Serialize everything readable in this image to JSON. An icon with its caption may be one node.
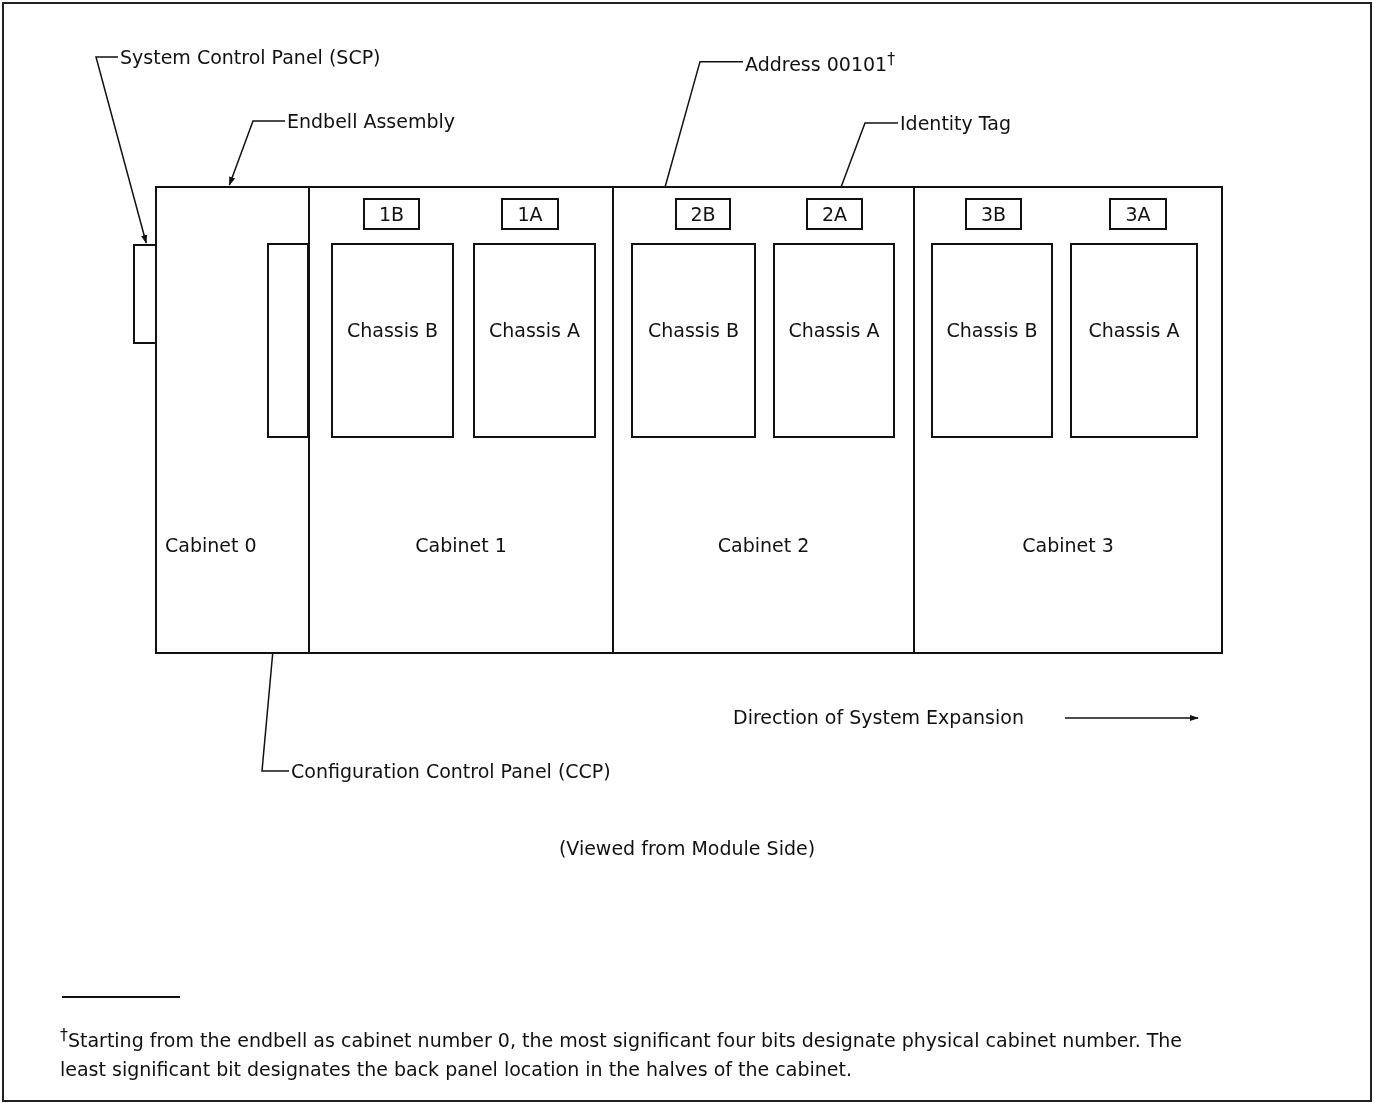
{
  "diagram": {
    "nodes": [
      {
        "text": [
          "System Control Panel (SCP)"
        ]
      },
      {
        "text": [
          "Address 00101$^{†}$"
        ]
      },
      {
        "text": [
          "Endbell Assembly"
        ]
      },
      {
        "text": [
          "Identity Tag"
        ]
      },
      {
        "text": [
          "Cabinet 0"
        ]
      },
      {
        "text": [],
        "shape": "box",
        "in": 4
      },
      {
        "text": [],
        "shape": "box"
      },
      {
        "text": [
          "Cabinet 1"
        ]
      },
      {
        "text": [
          "1B"
        ],
        "in": 7
      },
      {
        "text": [
          "1A"
        ],
        "in": 7
      },
      {
        "text": [
          "Chassis B"
        ],
        "in": 7
      },
      {
        "text": [
          "Chassis A"
        ],
        "in": 7
      },
      {
        "text": [
          "Cabinet 2"
        ]
      },
      {
        "text": [
          "2B"
        ],
        "in": 12
      },
      {
        "text": [
          "2A"
        ],
        "in": 12
      },
      {
        "text": [
          "Chassis B"
        ],
        "in": 12
      },
      {
        "text": [
          "Chassis A"
        ],
        "in": 12
      },
      {
        "text": [
          "Cabinet 3"
        ]
      },
      {
        "text": [
          "3B"
        ],
        "in": 17
      },
      {
        "text": [
          "3A"
        ],
        "in": 17
      },
      {
        "text": [
          "Chassis B"
        ],
        "in": 17
      },
      {
        "text": [
          "Chassis A"
        ],
        "in": 17
      },
      {
        "text": [
          "Configuration Control Panel (CCP)"
        ]
      }
    ],
    "edges": [
      {
        "from": 0,
        "to": 6,
        "arrow": "to"
      },
      {
        "from": 2,
        "to": 4,
        "arrow": "to"
      },
      {
        "from": 1,
        "to": 15,
        "arrow": "to"
      },
      {
        "from": 3,
        "to": 14,
        "arrow": "to"
      },
      {
        "from": 22,
        "to": 5,
        "arrow": "to"
      }
    ],
    "labels": [
      "Direction of System Expansion",
      "(Viewed from Module Side)",
      "$^{†}$Starting from the endbell as cabinet number 0, the most significant four bits designate physical cabinet number. The least significant bit designates the back panel location in the halves of the cabinet."
    ]
  }
}
